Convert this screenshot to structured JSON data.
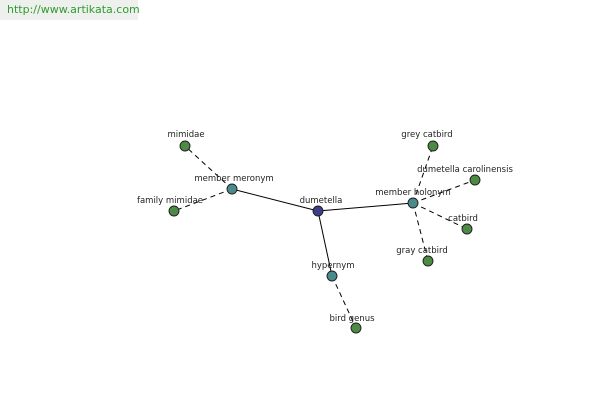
{
  "header": {
    "site_url": "http://www.artikata.com",
    "banner_bg": "#eef0ee",
    "link_color": "#2f9b2f"
  },
  "graph": {
    "colors": {
      "root": "#3d3f8c",
      "relation": "#4a8a8a",
      "leaf": "#4c8a46"
    },
    "nodes": [
      {
        "id": "dumetella",
        "label": "dumetella",
        "kind": "root"
      },
      {
        "id": "member-meronym",
        "label": "member meronym",
        "kind": "relation"
      },
      {
        "id": "member-holonym",
        "label": "member holonym",
        "kind": "relation"
      },
      {
        "id": "hypernym",
        "label": "hypernym",
        "kind": "relation"
      },
      {
        "id": "mimidae",
        "label": "mimidae",
        "kind": "leaf"
      },
      {
        "id": "family-mimidae",
        "label": "family mimidae",
        "kind": "leaf"
      },
      {
        "id": "grey-catbird",
        "label": "grey catbird",
        "kind": "leaf"
      },
      {
        "id": "dumetella-carolinensis",
        "label": "dumetella carolinensis",
        "kind": "leaf"
      },
      {
        "id": "catbird",
        "label": "catbird",
        "kind": "leaf"
      },
      {
        "id": "gray-catbird",
        "label": "gray catbird",
        "kind": "leaf"
      },
      {
        "id": "bird-genus",
        "label": "bird genus",
        "kind": "leaf"
      }
    ],
    "edges": [
      {
        "from": "dumetella",
        "to": "member-meronym",
        "style": "solid"
      },
      {
        "from": "dumetella",
        "to": "member-holonym",
        "style": "solid"
      },
      {
        "from": "dumetella",
        "to": "hypernym",
        "style": "solid"
      },
      {
        "from": "member-meronym",
        "to": "mimidae",
        "style": "dashed"
      },
      {
        "from": "member-meronym",
        "to": "family-mimidae",
        "style": "dashed"
      },
      {
        "from": "member-holonym",
        "to": "grey-catbird",
        "style": "dashed"
      },
      {
        "from": "member-holonym",
        "to": "dumetella-carolinensis",
        "style": "dashed"
      },
      {
        "from": "member-holonym",
        "to": "catbird",
        "style": "dashed"
      },
      {
        "from": "member-holonym",
        "to": "gray-catbird",
        "style": "dashed"
      },
      {
        "from": "hypernym",
        "to": "bird-genus",
        "style": "dashed"
      }
    ]
  }
}
